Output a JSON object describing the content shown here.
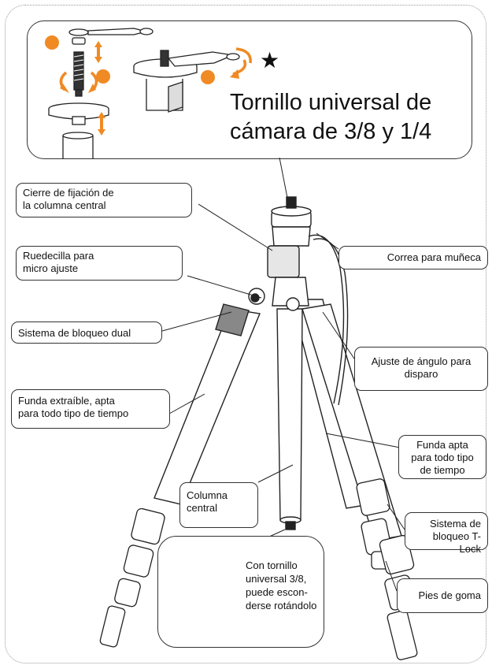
{
  "header": {
    "title_line1": "Tornillo universal de",
    "title_line2": "cámara de 3/8 y 1/4"
  },
  "callouts": {
    "cierre_line1": "Cierre de fijación de",
    "cierre_line2": "la columna central",
    "ruedecilla_line1": "Ruedecilla para",
    "ruedecilla_line2": "micro ajuste",
    "bloqueo_dual": "Sistema de bloqueo dual",
    "funda_extraible_line1": "Funda extraíble, apta",
    "funda_extraible_line2": "para todo tipo de tiempo",
    "correa": "Correa para muñeca",
    "ajuste_line1": "Ajuste de ángulo para",
    "ajuste_line2": "disparo",
    "funda_apta_line1": "Funda apta",
    "funda_apta_line2": "para todo tipo",
    "funda_apta_line3": "de tiempo",
    "columna_line1": "Columna",
    "columna_line2": "central",
    "tlock_line1": "Sistema de",
    "tlock_line2": "bloqueo T-Lock",
    "pies": "Pies de goma"
  },
  "inset": {
    "line1": "Con tornillo",
    "line2": "universal 3/8,",
    "line3": "puede escon-",
    "line4": "derse rotándolo"
  },
  "symbols": {
    "star": "★"
  },
  "colors": {
    "accent_orange": "#f08a24",
    "line": "#222222",
    "frame_dots": "#9a9a9a"
  }
}
